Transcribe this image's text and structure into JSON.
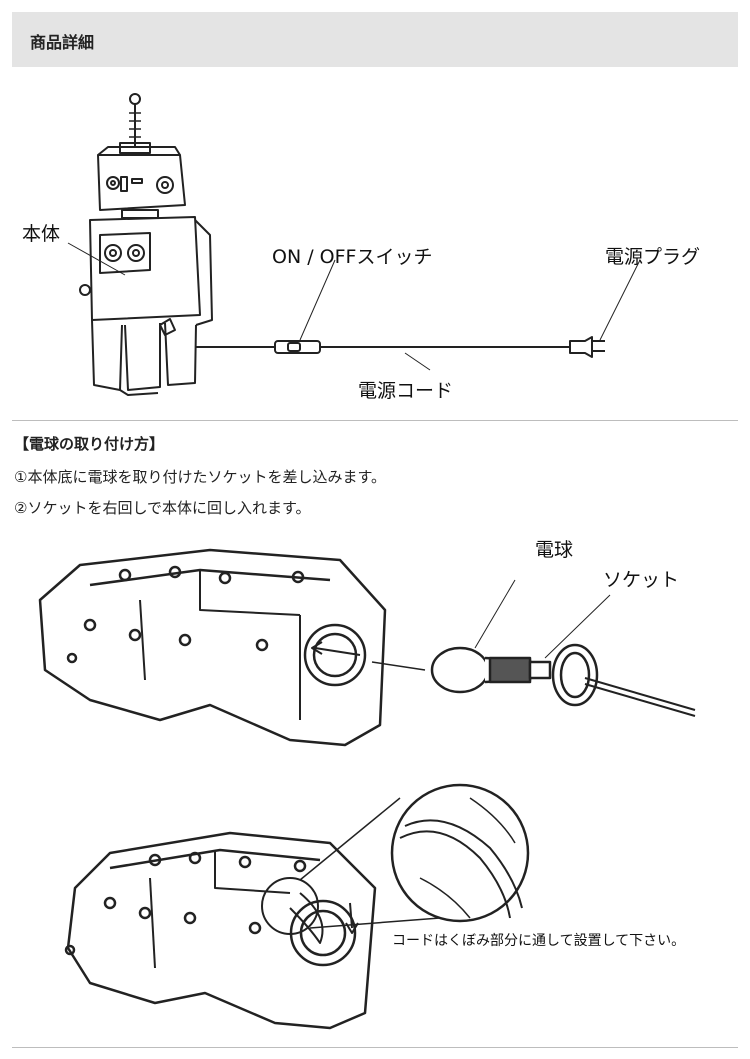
{
  "header": {
    "title": "商品詳細"
  },
  "diagram1": {
    "body_label": "本体",
    "switch_label": "ON / OFFスイッチ",
    "plug_label": "電源プラグ",
    "cord_label": "電源コード"
  },
  "install": {
    "heading": "【電球の取り付け方】",
    "step1": "①本体底に電球を取り付けたソケットを差し込みます。",
    "step2": "②ソケットを右回しで本体に回し入れます。"
  },
  "diagram2": {
    "bulb_label": "電球",
    "socket_label": "ソケット"
  },
  "diagram3": {
    "note": "コードはくぼみ部分に通して設置して下さい。"
  }
}
